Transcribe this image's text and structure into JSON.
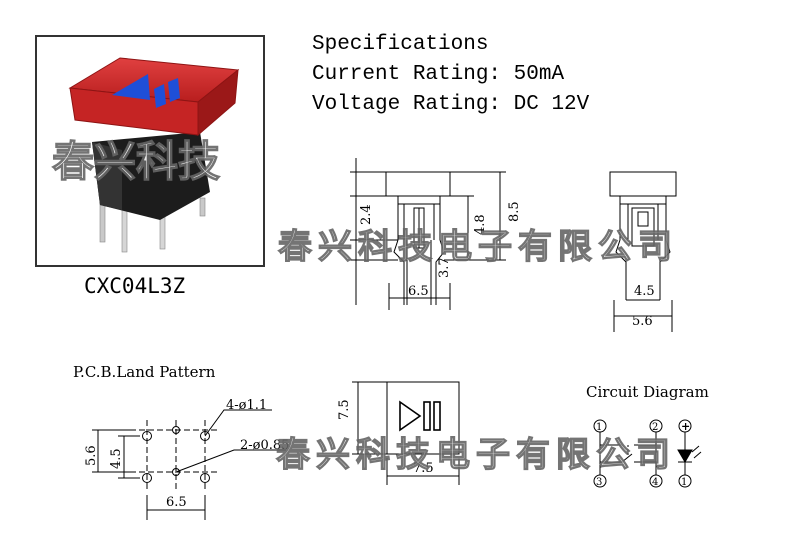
{
  "specifications": {
    "heading": "Specifications",
    "current": "Current Rating: 50mA",
    "voltage": "Voltage Rating: DC 12V"
  },
  "photo": {
    "model": "CXC04L3Z",
    "watermark": "春兴科技",
    "cap_color": "#d42b2b",
    "symbol_color": "#1f4fd8"
  },
  "side_view": {
    "dim_height_top": "2.4",
    "dim_lead": "3.7",
    "dim_body": "4.8",
    "dim_total": "8.5",
    "dim_width": "6.5"
  },
  "front_view": {
    "dim_pin_spacing": "4.5",
    "dim_width": "5.6"
  },
  "pcb": {
    "title": "P.C.B.Land Pattern",
    "hole_large": "4-ø1.1",
    "hole_small": "2-ø0.85",
    "dim_outer": "5.6",
    "dim_inner": "4.5",
    "dim_width": "6.5"
  },
  "top_view": {
    "dim_height": "7.5",
    "dim_width": "7.5"
  },
  "circuit": {
    "title": "Circuit Diagram",
    "pins": [
      "1",
      "2",
      "3",
      "4"
    ],
    "led_pos": "+",
    "led_pin": "1"
  },
  "watermark_line": "春兴科技电子有限公司"
}
